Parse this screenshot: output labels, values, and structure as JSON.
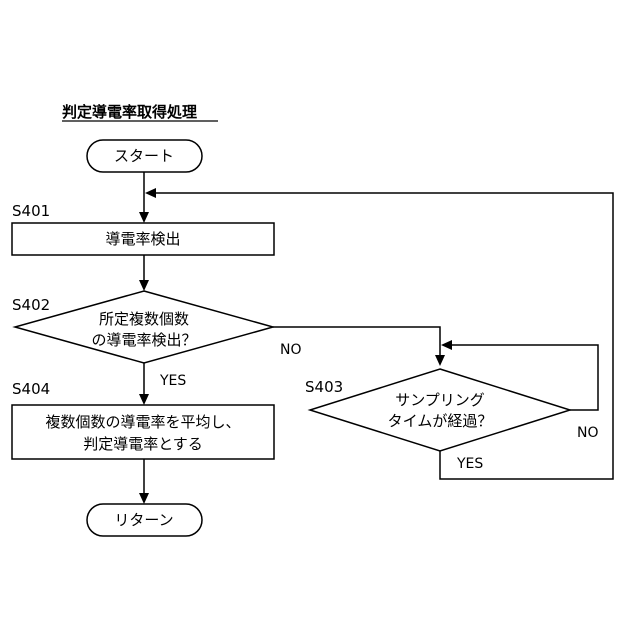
{
  "title": "判定導電率取得処理",
  "nodes": {
    "start": "スタート",
    "s401": {
      "step": "S401",
      "text": "導電率検出"
    },
    "s402": {
      "step": "S402",
      "line1": "所定複数個数",
      "line2": "の導電率検出？"
    },
    "s403": {
      "step": "S403",
      "line1": "サンプリング",
      "line2": "タイムが経過？"
    },
    "s404": {
      "step": "S404",
      "line1": "複数個数の導電率を平均し、",
      "line2": "判定導電率とする"
    },
    "end": "リターン"
  },
  "branches": {
    "s402_yes": "YES",
    "s402_no": "NO",
    "s403_yes": "YES",
    "s403_no": "NO"
  }
}
